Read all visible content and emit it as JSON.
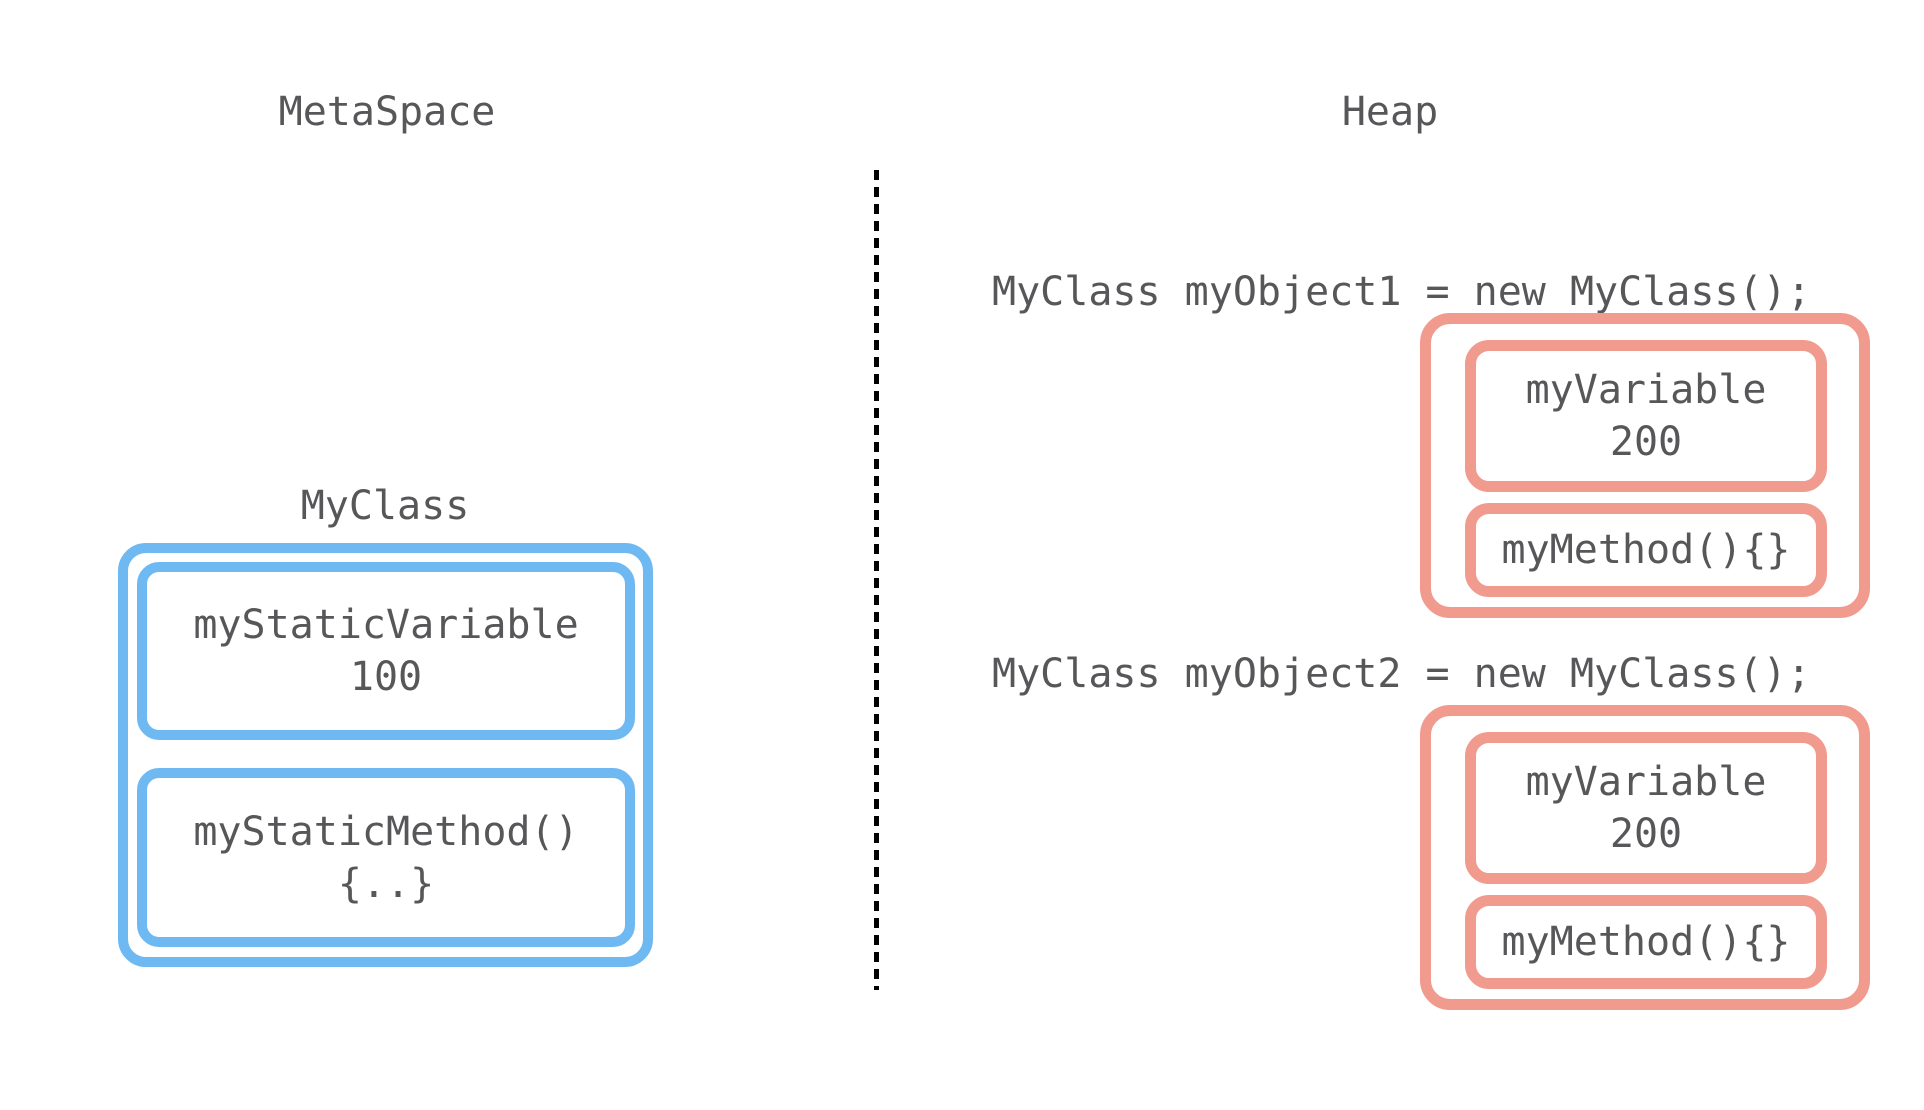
{
  "metaspace": {
    "title": "MetaSpace",
    "class_label": "MyClass",
    "class_box": {
      "field_box": {
        "name": "myStaticVariable",
        "value": "100"
      },
      "method_box": {
        "signature": "myStaticMethod()",
        "body": "{..}"
      }
    }
  },
  "heap": {
    "title": "Heap",
    "objects": [
      {
        "code": "MyClass myObject1 = new MyClass();",
        "field_box": {
          "name": "myVariable",
          "value": "200"
        },
        "method_box": {
          "signature": "myMethod(){}"
        }
      },
      {
        "code": "MyClass myObject2 = new MyClass();",
        "field_box": {
          "name": "myVariable",
          "value": "200"
        },
        "method_box": {
          "signature": "myMethod(){}"
        }
      }
    ]
  },
  "colors": {
    "class_accent": "#6FB9F2",
    "object_accent": "#F19A8E",
    "text_color": "#57575A",
    "divider_color": "#000000"
  }
}
